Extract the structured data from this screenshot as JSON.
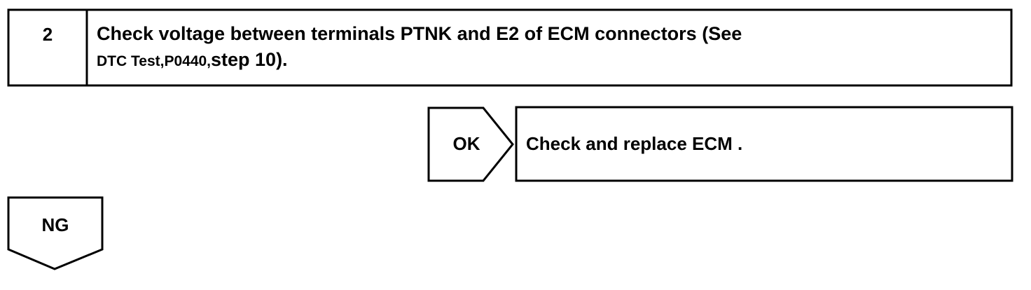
{
  "step": {
    "number": "2",
    "title_line1": "Check voltage between terminals PTNK and E2 of ECM connectors (See",
    "ref_small": "DTC Test,P0440,",
    "ref_big": "step 10)."
  },
  "ok_branch": {
    "label": "OK",
    "result": "Check and replace ECM ."
  },
  "ng_branch": {
    "label": "NG"
  },
  "colors": {
    "stroke": "#000000",
    "background": "#ffffff"
  }
}
